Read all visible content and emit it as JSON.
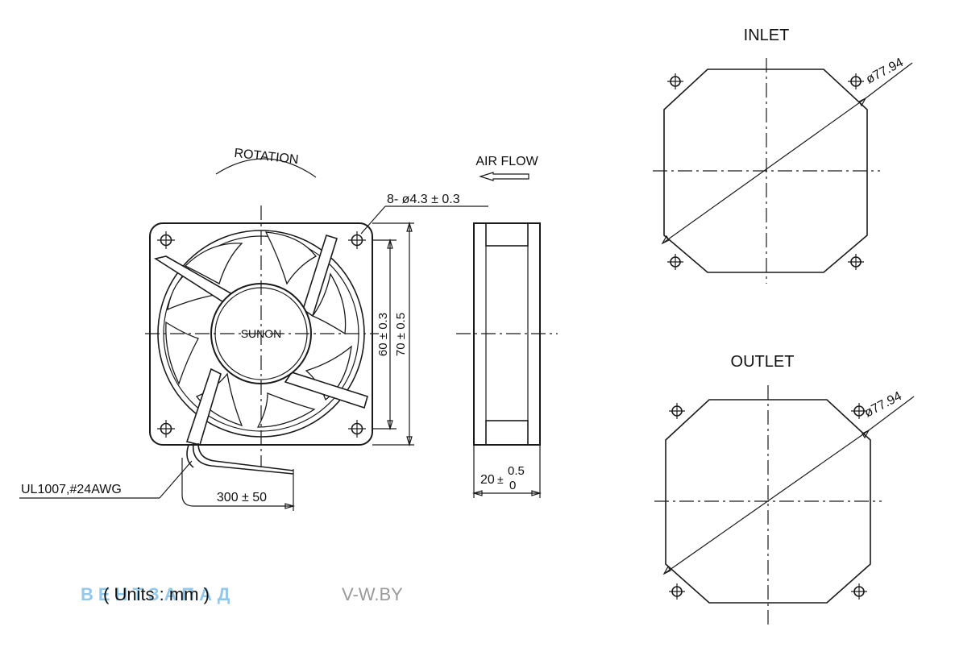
{
  "labels": {
    "rotation": "ROTATION",
    "air_flow": "AIR FLOW",
    "hole_spec": "8- ø4.3 ± 0.3",
    "hub_brand": "SUNON",
    "dim_60": "60 ± 0.3",
    "dim_70": "70 ± 0.5",
    "depth_base": "20",
    "depth_tol_upper": "0.5",
    "depth_tol_lower": "0",
    "wire_spec": "UL1007,#24AWG",
    "wire_length": "300 ± 50",
    "inlet_title": "INLET",
    "outlet_title": "OUTLET",
    "inlet_diameter": "ø77.94",
    "outlet_diameter": "ø77.94",
    "units": "( Units : mm )",
    "watermark_left": "ВЕНТЗАПАД",
    "watermark_right": "V-W.BY"
  },
  "colors": {
    "line": "#1a1a1a",
    "watermark_blue": "#3a9bd9",
    "watermark_gray": "#b5b5b5"
  }
}
